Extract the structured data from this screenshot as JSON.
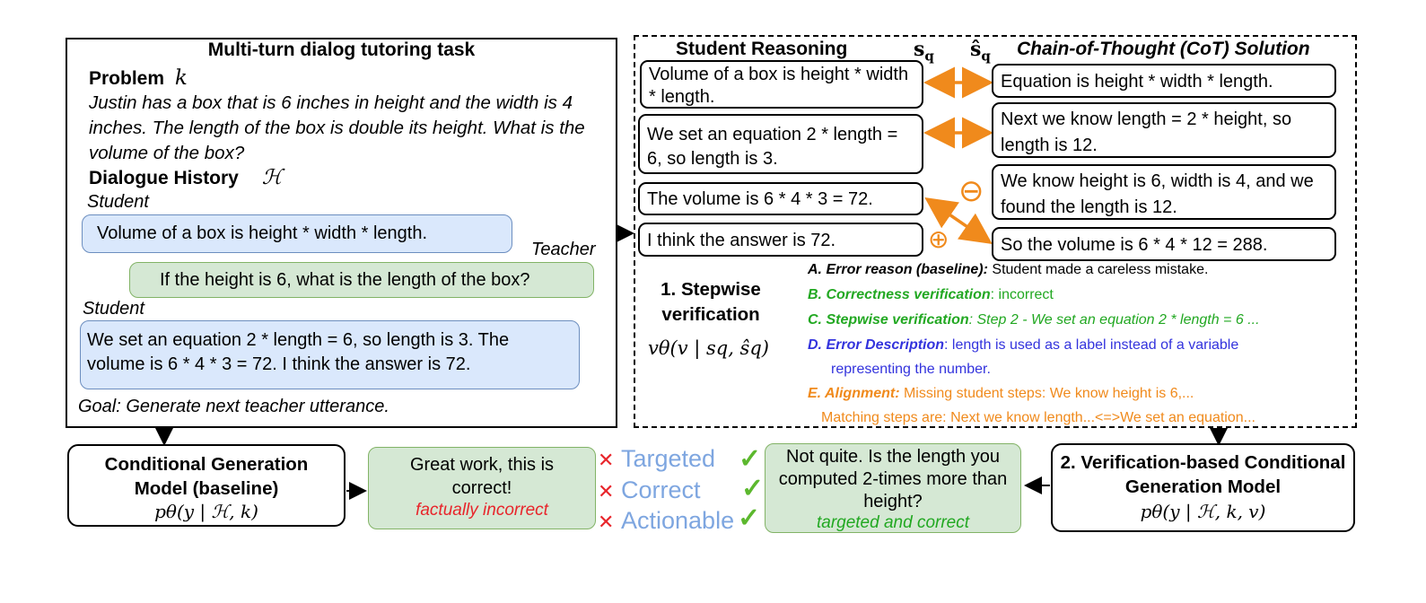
{
  "task": {
    "title": "Multi-turn dialog tutoring task",
    "problem_label": "Problem",
    "problem_symbol": "k",
    "problem_text": "Justin has a box that is 6 inches in height and the width is 4 inches. The length of the box is double its height. What is the volume of the box?",
    "history_label": "Dialogue History",
    "history_symbol": "ℋ",
    "student_label_1": "Student",
    "student_msg_1": "Volume of a box is height * width * length.",
    "teacher_label": "Teacher",
    "teacher_msg": "If the height is 6, what is the length of the box?",
    "student_label_2": "Student",
    "student_msg_2": "We set an equation 2 * length = 6, so length is 3. The volume is 6 * 4 * 3 = 72. I think the answer is 72.",
    "goal": "Goal: Generate next teacher utterance."
  },
  "verification": {
    "student_header": "Student Reasoning",
    "sq": "s",
    "sq_sub": "q",
    "sq_hat": "ŝ",
    "sq_hat_sub": "q",
    "cot_header": "Chain-of-Thought (CoT) Solution",
    "student_steps": [
      "Volume of a box is height * width * length.",
      "We set an equation 2 * length = 6, so length is 3.",
      "The volume is 6 * 4 * 3 = 72.",
      "I think the answer is 72."
    ],
    "cot_steps": [
      "Equation is height * width * length.",
      "Next we know length = 2 * height, so length is 12.",
      "We know height is 6, width is 4, and we found the length is 12.",
      "So the volume is 6 * 4 * 12 = 288."
    ],
    "minus_symbol": "⊖",
    "plus_symbol": "⊕",
    "stepwise_title": "1. Stepwise verification",
    "v_formula": "vθ(v | sq, ŝq)",
    "items": [
      {
        "label": "A. Error reason (baseline):",
        "text": " Student made a careless mistake.",
        "color": "#000000"
      },
      {
        "label": "B. Correctness verification",
        "text": ": incorrect",
        "color": "#22a822"
      },
      {
        "label": "C. Stepwise verification",
        "text": ": Step 2 - We set an equation 2 * length = 6 ...",
        "color": "#22a822"
      },
      {
        "label": "D. Error Description",
        "text": ": length is used as a label instead of a variable",
        "text2": "representing the number.",
        "color": "#3333dd"
      },
      {
        "label": "E. Alignment:",
        "text": " Missing student steps: We know height is 6,...",
        "text2": "Matching steps are: Next we know length...<=>We set an equation...",
        "color": "#f08a1c"
      }
    ]
  },
  "baseline": {
    "title": "Conditional Generation Model (baseline)",
    "formula": "pθ(y | ℋ, k)",
    "response": "Great work, this is correct!",
    "verdict": "factually incorrect"
  },
  "criteria": [
    "Targeted",
    "Correct",
    "Actionable"
  ],
  "verified_model": {
    "title": "2. Verification-based Conditional Generation Model",
    "formula": "pθ(y | ℋ, k, v)",
    "response": "Not quite. Is the length you computed 2-times more than height?",
    "verdict": "targeted and correct"
  },
  "colors": {
    "orange": "#f08a1c",
    "green": "#22a822",
    "blue": "#3333dd",
    "red": "#e8252b",
    "light_blue": "#7ea6e0"
  }
}
